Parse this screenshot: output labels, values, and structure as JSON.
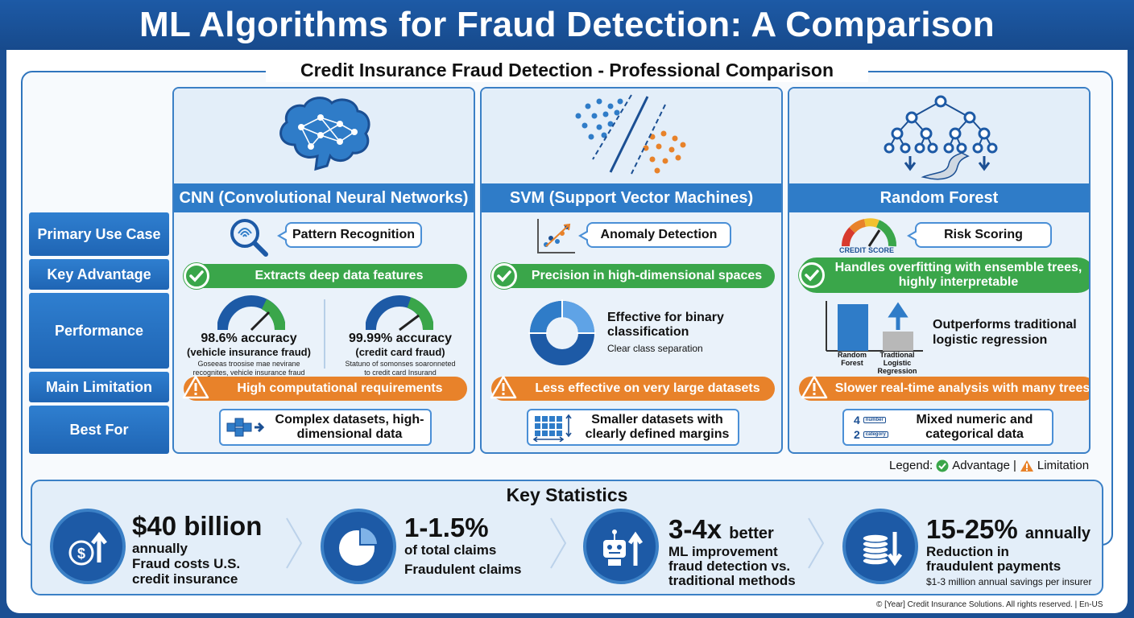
{
  "title": "ML Algorithms for Fraud Detection: A Comparison",
  "subtitle": "Credit Insurance Fraud Detection - Professional Comparison",
  "row_labels": [
    "Primary Use Case",
    "Key Advantage",
    "Performance",
    "Main Limitation",
    "Best For"
  ],
  "columns": [
    {
      "name": "CNN (Convolutional Neural Networks)",
      "icon": "brain-network-icon",
      "use_case": "Pattern Recognition",
      "advantage": "Extracts deep data features",
      "perf_left_big": "98.6% accuracy",
      "perf_left_mid": "(vehicle insurance fraud)",
      "perf_left_small": "Goseeas troosise mae nevirane recognites, vehicle insurance fraud",
      "perf_right_big": "99.99% accuracy",
      "perf_right_mid": "(credit card fraud)",
      "perf_right_small": "Statuno of somonses soaronneted to credit card Insurand",
      "limitation": "High computational requirements",
      "best_for": "Complex datasets, high-dimensional data"
    },
    {
      "name": "SVM (Support Vector Machines)",
      "icon": "scatter-separator-icon",
      "use_case": "Anomaly Detection",
      "advantage": "Precision in high-dimensional spaces",
      "perf_big": "Effective for binary classification",
      "perf_small": "Clear class separation",
      "limitation": "Less effective on very large datasets",
      "best_for": "Smaller datasets with clearly defined margins"
    },
    {
      "name": "Random Forest",
      "icon": "decision-tree-icon",
      "use_case": "Risk Scoring",
      "gauge_label": "CREDIT SCORE",
      "advantage": "Handles overfitting with ensemble trees, highly interpretable",
      "perf_big": "Outperforms traditional logistic regression",
      "bar_left_label": "Random Forest",
      "bar_right_label": "Tradtional Logistic Regression",
      "limitation": "Slower real-time analysis with many trees",
      "best_for": "Mixed numeric and categorical data",
      "icon_text_a": "4",
      "icon_text_b": "2",
      "icon_tag_a": "number",
      "icon_tag_b": "category"
    }
  ],
  "legend": {
    "prefix": "Legend:",
    "advantage": "Advantage",
    "separator": "|",
    "limitation": "Limitation"
  },
  "stats_title": "Key Statistics",
  "stats": [
    {
      "big": "$40 billion",
      "line1": "annually",
      "line2": "Fraud costs U.S.",
      "line3": "credit insurance",
      "icon": "dollar-growth-icon"
    },
    {
      "big": "1-1.5%",
      "line1": "of total claims",
      "line2": "Fraudulent claims",
      "icon": "pie-chart-icon"
    },
    {
      "big": "3-4x",
      "suffix": "better",
      "line1": "ML improvement",
      "line2": "fraud detection vs.",
      "line3": "traditional methods",
      "icon": "robot-icon"
    },
    {
      "big": "15-25%",
      "suffix": "annually",
      "line1": "Reduction in",
      "line2": "fraudulent payments",
      "small": "$1-3 million annual savings per insurer",
      "icon": "coins-decrease-icon"
    }
  ],
  "footer": "© [Year] Credit Insurance Solutions. All rights reserved. | En-US",
  "colors": {
    "header": "#1d5aa6",
    "accent": "#2f7cc8",
    "advantage": "#3aa64a",
    "limitation": "#e8822a"
  }
}
